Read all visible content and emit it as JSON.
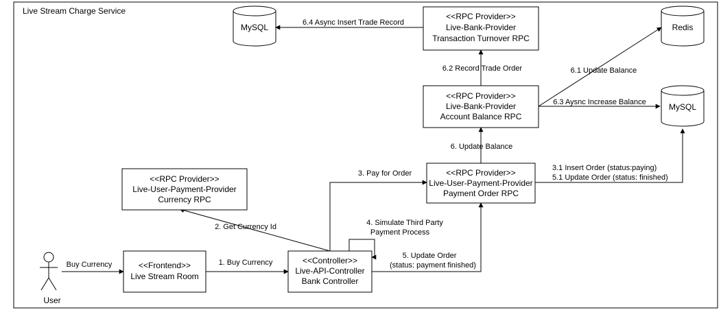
{
  "diagram": {
    "title": "Live Stream Charge Service",
    "nodes": {
      "user": {
        "label": "User",
        "icon": "person-icon"
      },
      "frontend": {
        "lines": [
          "<<Frontend>>",
          "Live Stream Room"
        ]
      },
      "controller": {
        "lines": [
          "<<Controller>>",
          "Live-API-Controller",
          "Bank Controller"
        ]
      },
      "currency_rpc": {
        "lines": [
          "<<RPC Provider>>",
          "Live-User-Payment-Provider",
          "Currency RPC"
        ]
      },
      "payment_order_rpc": {
        "lines": [
          "<<RPC Provider>>",
          "Live-User-Payment-Provider",
          "Payment Order RPC"
        ]
      },
      "account_balance_rpc": {
        "lines": [
          "<<RPC Provider>>",
          "Live-Bank-Provider",
          "Account Balance RPC"
        ]
      },
      "transaction_rpc": {
        "lines": [
          "<<RPC Provider>>",
          "Live-Bank-Provider",
          "Transaction Turnover RPC"
        ]
      },
      "mysql_top": {
        "label": "MySQL",
        "icon": "database-icon"
      },
      "redis": {
        "label": "Redis",
        "icon": "database-icon"
      },
      "mysql_right": {
        "label": "MySQL",
        "icon": "database-icon"
      }
    },
    "edges": {
      "buy_currency": "Buy Currency",
      "step1": "1. Buy Currency",
      "step2": "2. Get Currency Id",
      "step3": "3. Pay for Order",
      "step4": [
        "4. Simulate Third Party",
        "Payment Process"
      ],
      "step5": [
        "5. Update Order",
        "(status: payment finished)"
      ],
      "step31_51": [
        "3.1 Insert Order (status:paying)",
        "5.1 Update Order (status: finished)"
      ],
      "step6": "6. Update Balance",
      "step61": "6.1 Update Balance",
      "step62": "6.2 Record Trade Order",
      "step63": "6.3 Aysnc Increase Balance",
      "step64": "6.4 Async Insert Trade Record"
    }
  }
}
